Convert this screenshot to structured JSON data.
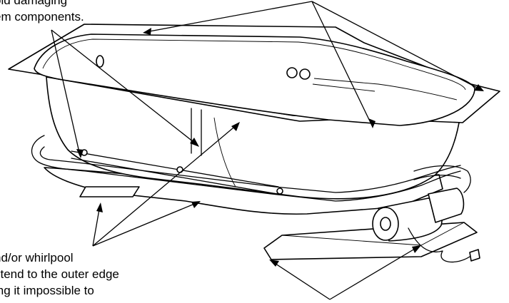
{
  "captions": {
    "top_line_1": "oid damaging",
    "top_line_2": "em components.",
    "bottom_line_1": "nd/or whirlpool",
    "bottom_line_2": "xtend to the outer edge",
    "bottom_line_3": "ing it impossible to"
  },
  "colors": {
    "ink": "#000000",
    "paper": "#ffffff"
  }
}
